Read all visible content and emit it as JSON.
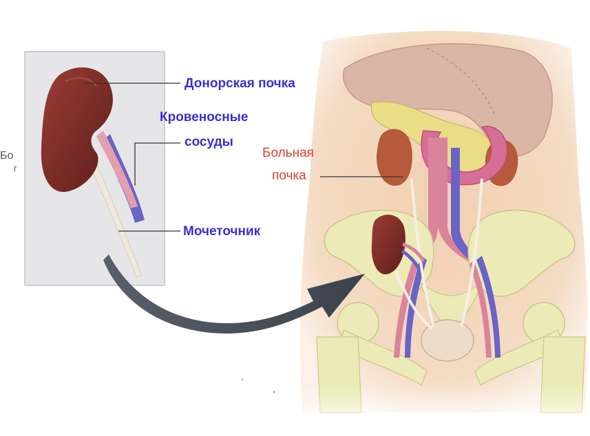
{
  "labels": {
    "donor_kidney": "Донорская почка",
    "blood_vessels_line1": "Кровеносные",
    "blood_vessels_line2": "сосуды",
    "ureter": "Мочеточник",
    "diseased_kidney_line1": "Больная",
    "diseased_kidney_line2": "почка",
    "cut_text_line1": "Бо",
    "cut_text_line2": "г"
  },
  "colors": {
    "label_blue": "#3b2fd1",
    "label_red": "#e2402a",
    "inset_background": "#e6e6e8",
    "kidney": "#7a2a26",
    "pelvis_bone": "#ecebb8",
    "body_skin": "#f3d3b5",
    "arrow": "#4f5560",
    "artery": "#d9849a",
    "vein": "#6a63c8"
  }
}
